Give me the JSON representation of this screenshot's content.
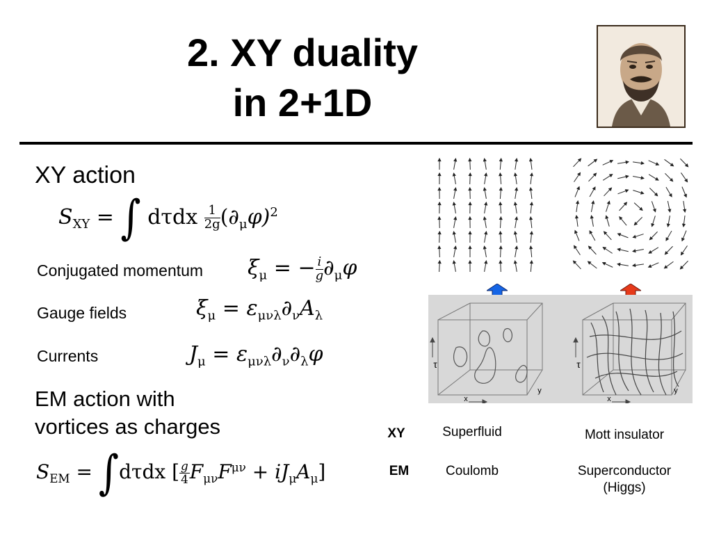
{
  "slide": {
    "title_line1": "2. XY duality",
    "title_line2": "in 2+1D"
  },
  "xy_section": {
    "heading": "XY action",
    "eq_action": {
      "lhs": "S",
      "lhs_sub": "XY",
      "body": "dτdx",
      "frac_num": "1",
      "frac_den": "2g",
      "tail": "(∂",
      "mu": "μ",
      "phi": "φ)",
      "power": "2"
    },
    "rows": [
      {
        "label": "Conjugated momentum",
        "eq": "ξ_μ = −(i/g) ∂_μ φ"
      },
      {
        "label": "Gauge fields",
        "eq": "ξ_μ = ε_μνλ ∂_ν A_λ"
      },
      {
        "label": "Currents",
        "eq": "J_μ = ε_μνλ ∂_ν ∂_λ φ"
      }
    ]
  },
  "em_section": {
    "heading_line1": "EM action with",
    "heading_line2": "vortices as charges"
  },
  "figure": {
    "axis_tau": "τ",
    "axis_x": "x",
    "axis_y": "y",
    "arrow_left_color": "#1565e6",
    "arrow_right_color": "#e63a1a"
  },
  "table": {
    "row_xy": "XY",
    "row_em": "EM",
    "xy_left": "Superfluid",
    "xy_right": "Mott insulator",
    "em_left": "Coulomb",
    "em_right_line1": "Superconductor",
    "em_right_line2": "(Higgs)"
  }
}
